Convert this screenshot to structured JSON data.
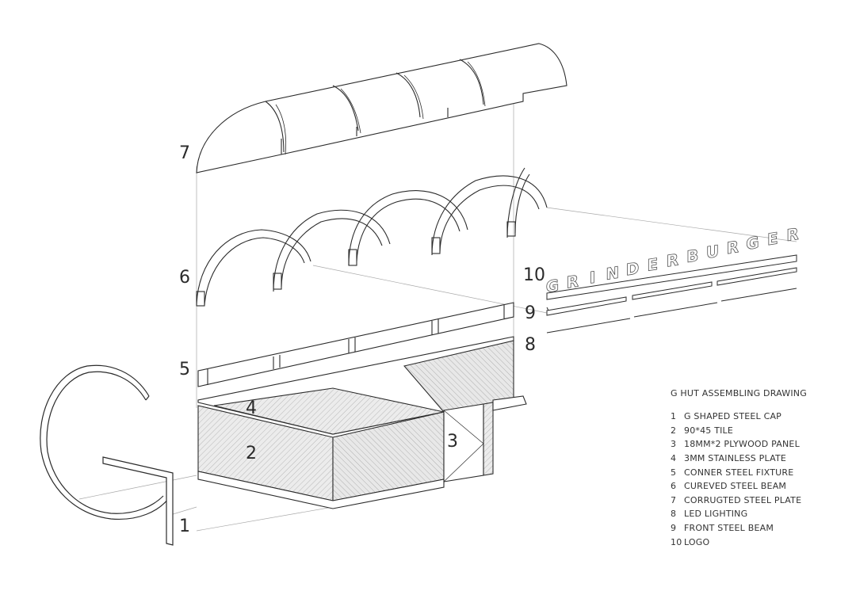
{
  "legend": {
    "title": "G HUT  ASSEMBLING DRAWING",
    "items": [
      {
        "num": "1",
        "label": "G SHAPED STEEL CAP"
      },
      {
        "num": "2",
        "label": "90*45 TILE"
      },
      {
        "num": "3",
        "label": "18MM*2 PLYWOOD PANEL"
      },
      {
        "num": "4",
        "label": "3MM STAINLESS PLATE"
      },
      {
        "num": "5",
        "label": "CONNER STEEL FIXTURE"
      },
      {
        "num": "6",
        "label": "CUREVED STEEL BEAM"
      },
      {
        "num": "7",
        "label": "CORRUGTED STEEL PLATE"
      },
      {
        "num": "8",
        "label": "LED LIGHTING"
      },
      {
        "num": "9",
        "label": "FRONT STEEL BEAM"
      },
      {
        "num": "10",
        "label": "LOGO"
      }
    ]
  },
  "callouts": {
    "c1": "1",
    "c2": "2",
    "c3": "3",
    "c4": "4",
    "c5": "5",
    "c6": "6",
    "c7": "7",
    "c8": "8",
    "c9": "9",
    "c10": "10"
  },
  "logo": {
    "letters": [
      "G",
      "R",
      "I",
      "N",
      "D",
      "E",
      "R",
      "B",
      "U",
      "R",
      "G",
      "E",
      "R"
    ]
  },
  "colors": {
    "stroke": "#2b2b2b",
    "guide": "#9a9a9a",
    "hatch": "#bdbdbd"
  }
}
